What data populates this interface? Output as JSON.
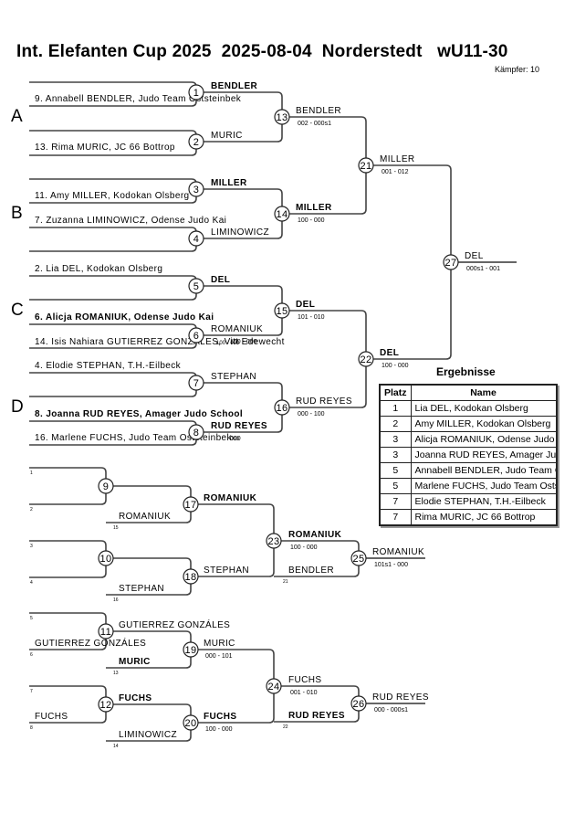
{
  "header": {
    "title": "Int. Elefanten Cup 2025  2025-08-04  Norderstedt   wU11-30",
    "fighters": "Kämpfer: 10"
  },
  "pools": [
    "A",
    "B",
    "C",
    "D"
  ],
  "entrants": [
    {
      "slot": 1,
      "text": "9. Annabell BENDLER, Judo Team Oststeinbek",
      "bold": false
    },
    {
      "slot": 2,
      "text": "13. Rima MURIC, JC 66 Bottrop",
      "bold": false
    },
    {
      "slot": 3,
      "text": "11. Amy MILLER, Kodokan Olsberg",
      "bold": false
    },
    {
      "slot": 4,
      "text": "7. Zuzanna LIMINOWICZ, Odense Judo Kai",
      "bold": false
    },
    {
      "slot": 5,
      "text": "2. Lia DEL, Kodokan Olsberg",
      "bold": false
    },
    {
      "slot": 6,
      "text": "6. Alicja ROMANIUK, Odense Judo Kai",
      "bold": true
    },
    {
      "slot": 7,
      "text": "14. Isis Nahiara GUTIERREZ GONZÁLES, Vitt Edewecht",
      "bold": false
    },
    {
      "slot": 8,
      "text": "4. Elodie STEPHAN, T.H.-Eilbeck",
      "bold": false
    },
    {
      "slot": 9,
      "text": "8. Joanna RUD REYES, Amager Judo School",
      "bold": true
    },
    {
      "slot": 10,
      "text": "16. Marlene FUCHS, Judo Team Oststeinbek",
      "bold": false
    }
  ],
  "main_matches": [
    {
      "id": "1",
      "winner": "BENDLER",
      "winner_bold": true,
      "score": ""
    },
    {
      "id": "2",
      "winner": "MURIC",
      "winner_bold": false,
      "score": ""
    },
    {
      "id": "3",
      "winner": "MILLER",
      "winner_bold": true,
      "score": ""
    },
    {
      "id": "4",
      "winner": "LIMINOWICZ",
      "winner_bold": false,
      "score": ""
    },
    {
      "id": "5",
      "winner": "DEL",
      "winner_bold": true,
      "score": ""
    },
    {
      "id": "6",
      "winner": "ROMANIUK",
      "winner_bold": false,
      "score": "100 - 000"
    },
    {
      "id": "7",
      "winner": "STEPHAN",
      "winner_bold": false,
      "score": ""
    },
    {
      "id": "8",
      "winner": "RUD REYES",
      "winner_bold": true,
      "score": "000"
    },
    {
      "id": "13",
      "winner": "BENDLER",
      "winner_bold": false,
      "score": "002 - 000s1"
    },
    {
      "id": "14",
      "winner": "MILLER",
      "winner_bold": true,
      "score": "100 - 000"
    },
    {
      "id": "15",
      "winner": "DEL",
      "winner_bold": true,
      "score": "101 - 010"
    },
    {
      "id": "16",
      "winner": "RUD REYES",
      "winner_bold": false,
      "score": "000 - 100"
    },
    {
      "id": "21",
      "winner": "MILLER",
      "winner_bold": false,
      "score": "001 - 012"
    },
    {
      "id": "22",
      "winner": "DEL",
      "winner_bold": true,
      "score": "100 - 000"
    },
    {
      "id": "27",
      "winner": "DEL",
      "winner_bold": false,
      "score": "000s1 - 001"
    }
  ],
  "repechage": {
    "slots": [
      "1",
      "2",
      "3",
      "4",
      "5",
      "6",
      "7",
      "8"
    ],
    "matches": [
      {
        "id": "9",
        "winner": "",
        "winner_bold": false,
        "score": ""
      },
      {
        "id": "10",
        "winner": "",
        "winner_bold": false,
        "score": ""
      },
      {
        "id": "11",
        "winner": "GUTIERREZ GONZÁLES",
        "winner_bold": false,
        "score": ""
      },
      {
        "id": "12",
        "winner": "FUCHS",
        "winner_bold": true,
        "score": ""
      },
      {
        "id": "17",
        "winner": "ROMANIUK",
        "winner_bold": true,
        "score": ""
      },
      {
        "id": "18",
        "winner": "STEPHAN",
        "winner_bold": false,
        "score": ""
      },
      {
        "id": "19",
        "winner": "MURIC",
        "winner_bold": false,
        "score": "000 - 101"
      },
      {
        "id": "20",
        "winner": "FUCHS",
        "winner_bold": true,
        "score": "100 - 000"
      },
      {
        "id": "23",
        "winner": "ROMANIUK",
        "winner_bold": true,
        "score": "100 - 000"
      },
      {
        "id": "24",
        "winner": "FUCHS",
        "winner_bold": false,
        "score": "001 - 010"
      },
      {
        "id": "25",
        "winner": "ROMANIUK",
        "winner_bold": false,
        "score": "101s1 - 000"
      },
      {
        "id": "26",
        "winner": "RUD REYES",
        "winner_bold": false,
        "score": "000 - 000s1"
      }
    ],
    "entries": [
      {
        "name": "",
        "bold": false,
        "ref": "1"
      },
      {
        "name": "",
        "bold": false,
        "ref": "2"
      },
      {
        "name": "ROMANIUK",
        "bold": false,
        "ref": "15"
      },
      {
        "name": "",
        "bold": false,
        "ref": "3"
      },
      {
        "name": "",
        "bold": false,
        "ref": "4"
      },
      {
        "name": "STEPHAN",
        "bold": false,
        "ref": "16"
      },
      {
        "name": "BENDLER",
        "bold": false,
        "ref": "21"
      },
      {
        "name": "",
        "bold": false,
        "ref": "5"
      },
      {
        "name": "GUTIERREZ GONZÁLES",
        "bold": false,
        "ref": "6"
      },
      {
        "name": "MURIC",
        "bold": true,
        "ref": "13"
      },
      {
        "name": "",
        "bold": false,
        "ref": "7"
      },
      {
        "name": "FUCHS",
        "bold": false,
        "ref": "8"
      },
      {
        "name": "LIMINOWICZ",
        "bold": false,
        "ref": "14"
      },
      {
        "name": "RUD REYES",
        "bold": true,
        "ref": "22"
      }
    ]
  },
  "results": {
    "title": "Ergebnisse",
    "col_place": "Platz",
    "col_name": "Name",
    "rows": [
      {
        "place": "1",
        "name": "Lia DEL, Kodokan Olsberg"
      },
      {
        "place": "2",
        "name": "Amy MILLER, Kodokan Olsberg"
      },
      {
        "place": "3",
        "name": "Alicja ROMANIUK, Odense Judo Kai"
      },
      {
        "place": "3",
        "name": "Joanna RUD REYES, Amager Judo School"
      },
      {
        "place": "5",
        "name": "Annabell BENDLER, Judo Team Oststeinbek"
      },
      {
        "place": "5",
        "name": "Marlene FUCHS, Judo Team Oststeinbek"
      },
      {
        "place": "7",
        "name": "Elodie STEPHAN, T.H.-Eilbeck"
      },
      {
        "place": "7",
        "name": "Rima MURIC, JC 66 Bottrop"
      }
    ]
  }
}
